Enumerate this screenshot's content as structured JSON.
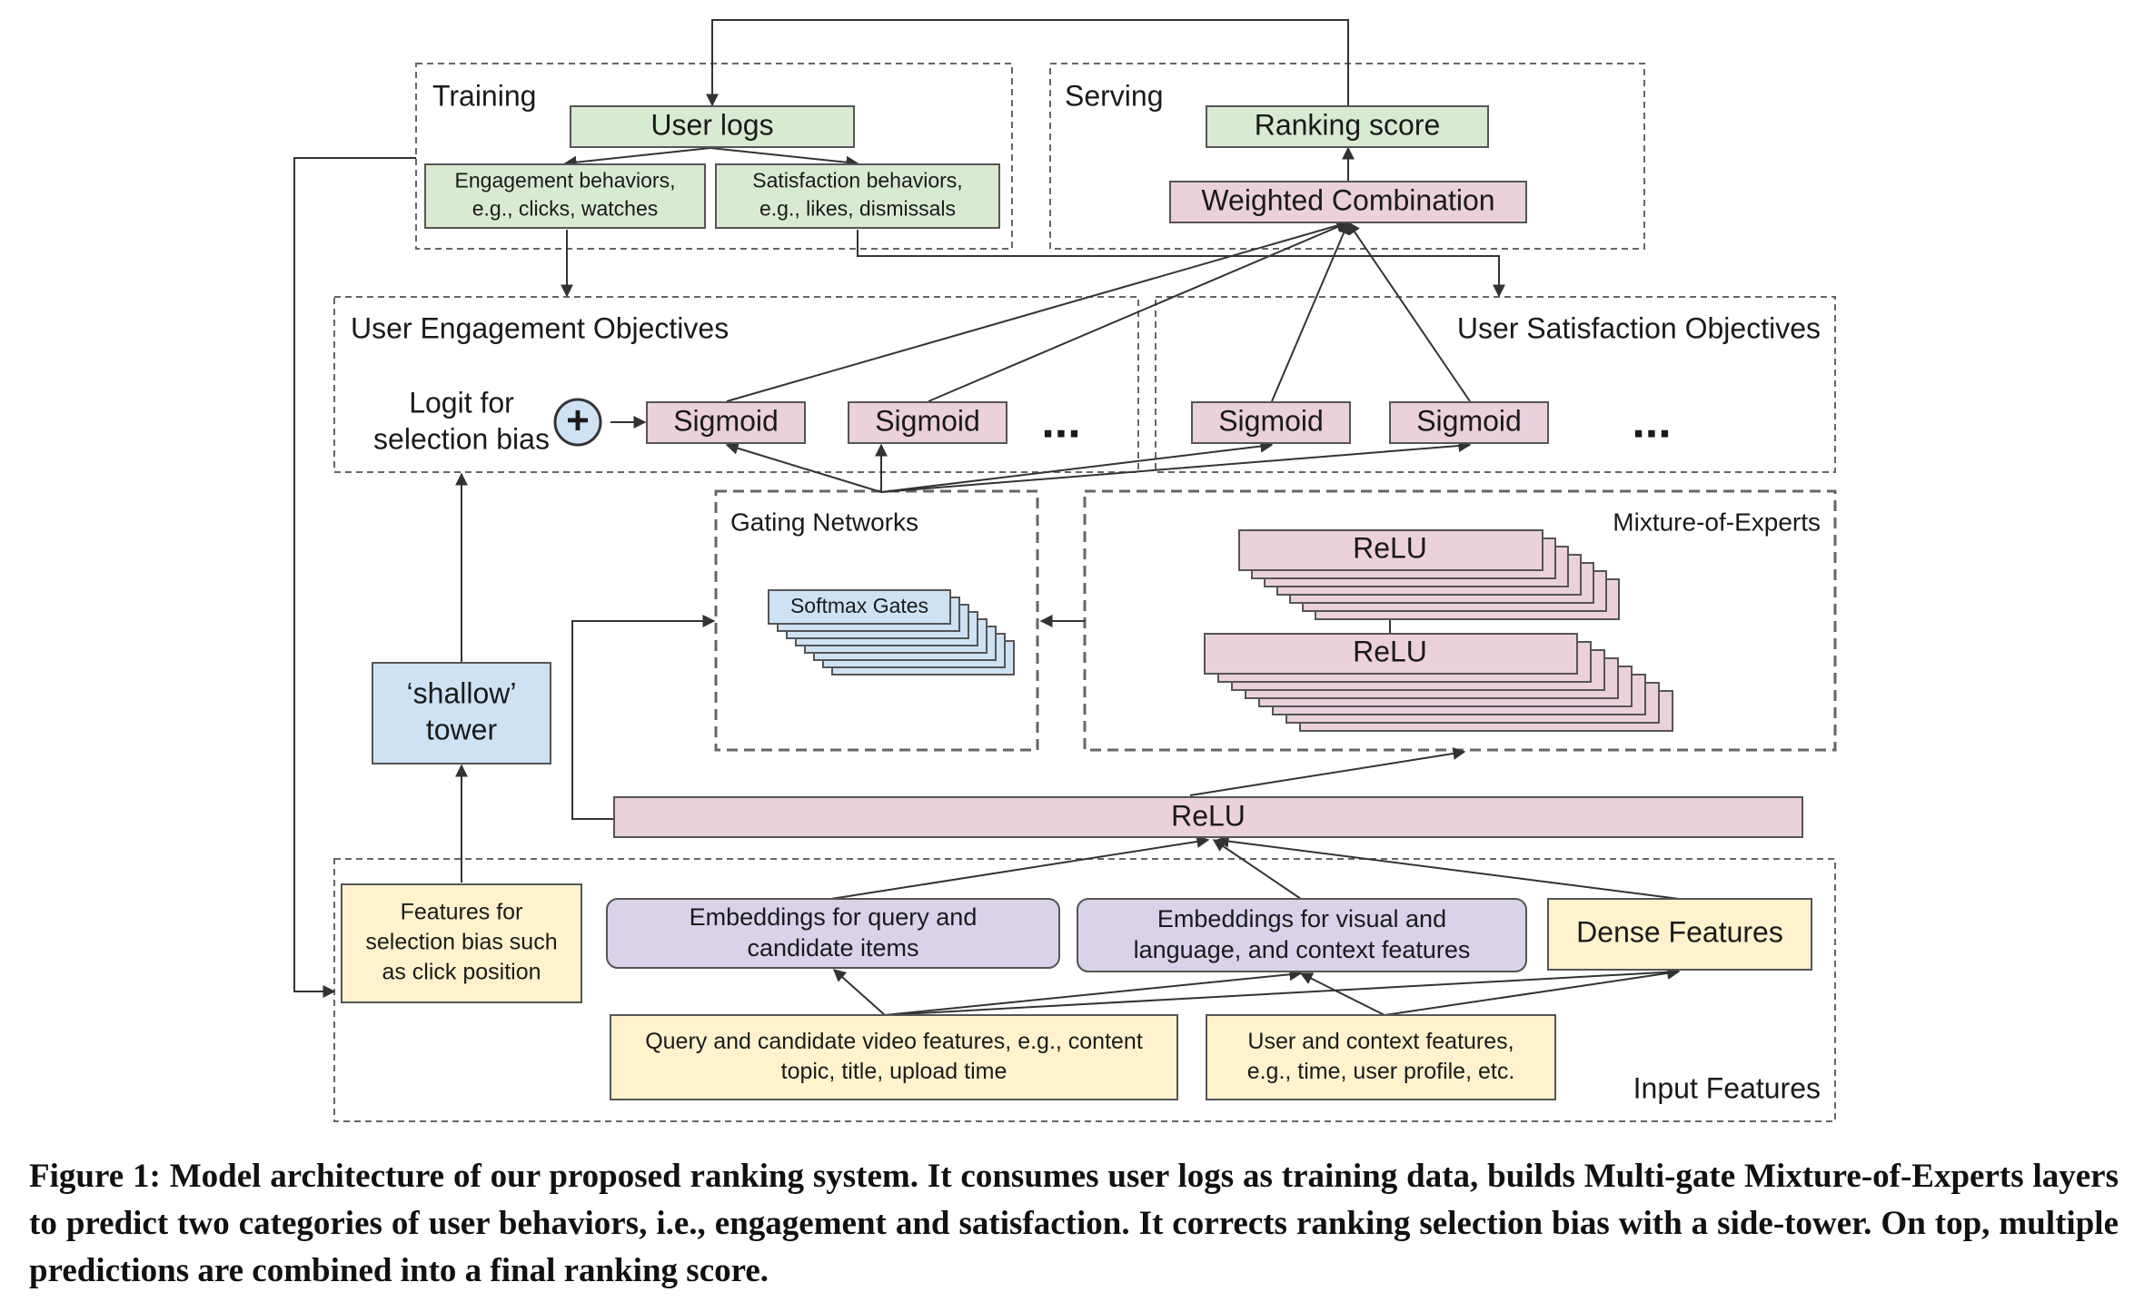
{
  "colors": {
    "green": "#d9ead3",
    "pink": "#ead1dc",
    "blue": "#cfe2f3",
    "purple": "#d9d2e9",
    "yellow": "#fff2cc",
    "stroke": "#555555",
    "dash": "#666666"
  },
  "regions": {
    "training": "Training",
    "serving": "Serving",
    "engagement_objectives": "User Engagement Objectives",
    "satisfaction_objectives": "User Satisfaction Objectives",
    "gating_networks": "Gating Networks",
    "mixture_of_experts": "Mixture-of-Experts",
    "input_features": "Input Features"
  },
  "nodes": {
    "user_logs": "User logs",
    "engagement_behaviors": [
      "Engagement behaviors,",
      "e.g., clicks, watches"
    ],
    "satisfaction_behaviors": [
      "Satisfaction behaviors,",
      "e.g., likes, dismissals"
    ],
    "ranking_score": "Ranking score",
    "weighted_combination": "Weighted Combination",
    "logit": [
      "Logit for",
      "selection bias"
    ],
    "plus_symbol": "+",
    "sigmoid": "Sigmoid",
    "ellipsis": "...",
    "softmax_gates": "Softmax Gates",
    "expert_relu": "ReLU",
    "shared_relu": "ReLU",
    "shallow_tower": [
      "‘shallow’",
      "tower"
    ],
    "bias_features": [
      "Features for",
      "selection bias such",
      "as click position"
    ],
    "emb_query": [
      "Embeddings for query and",
      "candidate items"
    ],
    "emb_visual": [
      "Embeddings for visual and",
      "language, and context features"
    ],
    "dense_features": "Dense Features",
    "query_video_features": [
      "Query and candidate video features, e.g., content",
      "topic, title, upload time"
    ],
    "user_context_features": [
      "User and context features,",
      "e.g., time, user profile, etc."
    ]
  },
  "caption": "Figure 1: Model architecture of our proposed ranking system. It consumes user logs as training data, builds Multi-gate Mixture-of-Experts layers to predict two categories of user behaviors, i.e., engagement and satisfaction. It corrects ranking selection bias with a side-tower. On top, multiple predictions are combined into a final ranking score."
}
